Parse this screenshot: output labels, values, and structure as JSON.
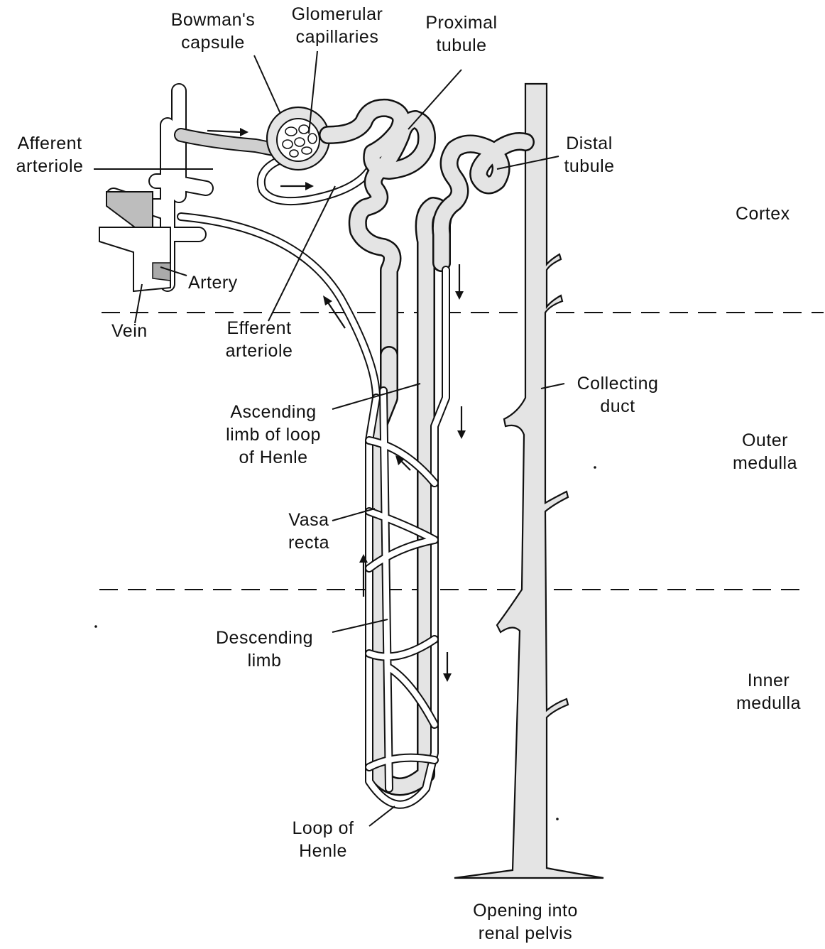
{
  "labels": {
    "bowmans_capsule": "Bowman's\ncapsule",
    "glomerular_capillaries": "Glomerular\ncapillaries",
    "proximal_tubule": "Proximal\ntubule",
    "afferent_arteriole": "Afferent\narteriole",
    "distal_tubule": "Distal\ntubule",
    "cortex": "Cortex",
    "artery": "Artery",
    "vein": "Vein",
    "efferent_arteriole": "Efferent\narteriole",
    "collecting_duct": "Collecting\nduct",
    "ascending_limb": "Ascending\nlimb of loop\nof Henle",
    "outer_medulla": "Outer\nmedulla",
    "vasa_recta": "Vasa\nrecta",
    "descending_limb": "Descending\nlimb",
    "inner_medulla": "Inner\nmedulla",
    "loop_of_henle": "Loop of\nHenle",
    "opening_renal_pelvis": "Opening into\nrenal pelvis"
  },
  "colors": {
    "ink": "#111111",
    "tubule_fill": "#e4e4e4",
    "background": "#ffffff"
  }
}
